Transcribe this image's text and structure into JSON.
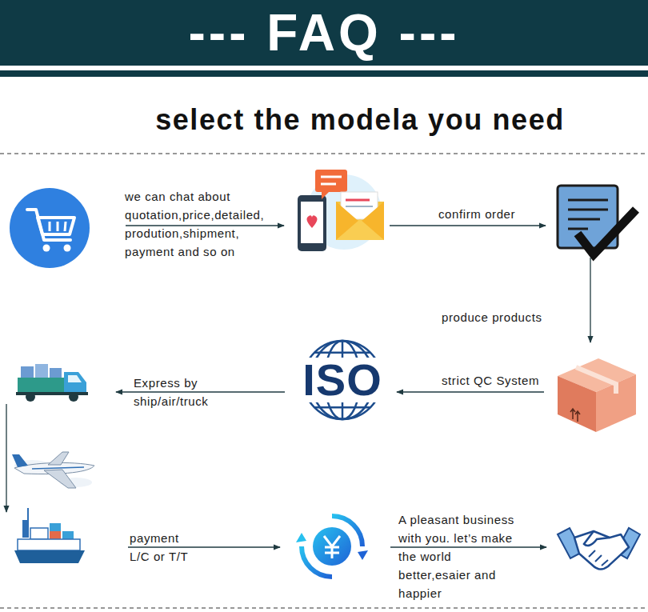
{
  "diagram": {
    "title": "--- FAQ ---",
    "nodes": [
      {
        "text": [
          "ISO"
        ]
      }
    ],
    "labels": [
      "select the modela you need",
      "we can chat about quotation,price,detailed, prodution,shipment, payment and so on",
      "confirm order",
      "produce products",
      "strict QC System",
      "Express by ship/air/truck",
      "payment L/C or T/T",
      "A pleasant business with you. let’s make the world better,esaier and happier"
    ]
  }
}
